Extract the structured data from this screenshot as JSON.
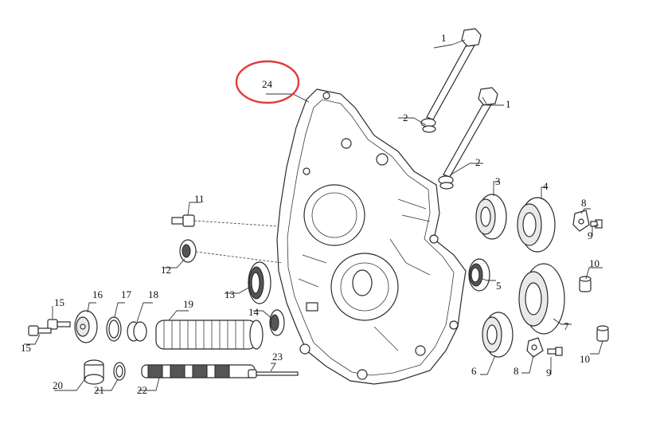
{
  "diagram": {
    "callouts": [
      {
        "id": "c1a",
        "label": "1"
      },
      {
        "id": "c1b",
        "label": "1"
      },
      {
        "id": "c2a",
        "label": "2"
      },
      {
        "id": "c2b",
        "label": "2"
      },
      {
        "id": "c3",
        "label": "3"
      },
      {
        "id": "c4",
        "label": "4"
      },
      {
        "id": "c5",
        "label": "5"
      },
      {
        "id": "c6",
        "label": "6"
      },
      {
        "id": "c7",
        "label": "7"
      },
      {
        "id": "c8a",
        "label": "8"
      },
      {
        "id": "c8b",
        "label": "8"
      },
      {
        "id": "c9a",
        "label": "9"
      },
      {
        "id": "c9b",
        "label": "9"
      },
      {
        "id": "c10a",
        "label": "10"
      },
      {
        "id": "c10b",
        "label": "10"
      },
      {
        "id": "c11",
        "label": "11"
      },
      {
        "id": "c12",
        "label": "12"
      },
      {
        "id": "c13",
        "label": "13"
      },
      {
        "id": "c14",
        "label": "14"
      },
      {
        "id": "c15a",
        "label": "15"
      },
      {
        "id": "c15b",
        "label": "15"
      },
      {
        "id": "c16",
        "label": "16"
      },
      {
        "id": "c17",
        "label": "17"
      },
      {
        "id": "c18",
        "label": "18"
      },
      {
        "id": "c19",
        "label": "19"
      },
      {
        "id": "c20",
        "label": "20"
      },
      {
        "id": "c21",
        "label": "21"
      },
      {
        "id": "c22",
        "label": "22"
      },
      {
        "id": "c23",
        "label": "23"
      },
      {
        "id": "c24",
        "label": "24"
      }
    ],
    "highlight": {
      "target": "24",
      "color": "#e23b3b"
    }
  }
}
